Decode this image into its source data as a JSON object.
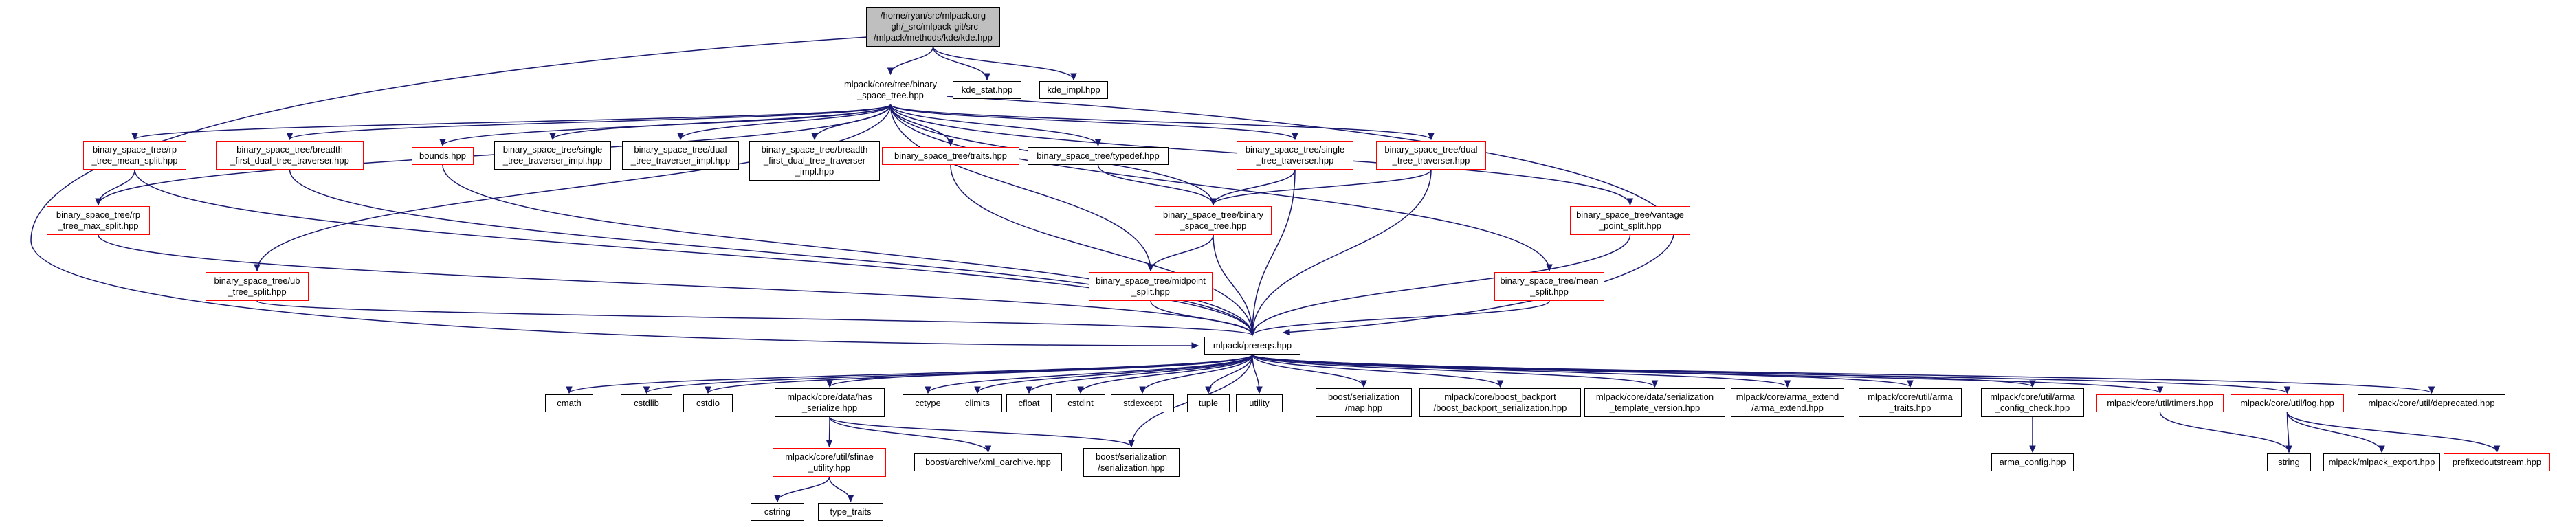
{
  "colors": {
    "edge": "#191970",
    "truncated_border": "#ff0000",
    "focus_fill": "#bfbfbf",
    "node_fill": "#ffffff",
    "node_border": "#000000"
  },
  "graph": {
    "nodes": {
      "kde": {
        "label": "/home/ryan/src/mlpack.org\n-gh/_src/mlpack-git/src\n/mlpack/methods/kde/kde.hpp"
      },
      "core_bst": {
        "label": "mlpack/core/tree/binary\n_space_tree.hpp"
      },
      "kde_stat": {
        "label": "kde_stat.hpp"
      },
      "kde_impl": {
        "label": "kde_impl.hpp"
      },
      "rp_mean": {
        "label": "binary_space_tree/rp\n_tree_mean_split.hpp"
      },
      "bf_dual": {
        "label": "binary_space_tree/breadth\n_first_dual_tree_traverser.hpp"
      },
      "bounds": {
        "label": "bounds.hpp"
      },
      "stt_impl": {
        "label": "binary_space_tree/single\n_tree_traverser_impl.hpp"
      },
      "dtt_impl": {
        "label": "binary_space_tree/dual\n_tree_traverser_impl.hpp"
      },
      "bf_dual_impl": {
        "label": "binary_space_tree/breadth\n_first_dual_tree_traverser\n_impl.hpp"
      },
      "traits": {
        "label": "binary_space_tree/traits.hpp"
      },
      "typedef": {
        "label": "binary_space_tree/typedef.hpp"
      },
      "stt": {
        "label": "binary_space_tree/single\n_tree_traverser.hpp"
      },
      "dtt": {
        "label": "binary_space_tree/dual\n_tree_traverser.hpp"
      },
      "rp_max": {
        "label": "binary_space_tree/rp\n_tree_max_split.hpp"
      },
      "inner_bst": {
        "label": "binary_space_tree/binary\n_space_tree.hpp"
      },
      "vantage": {
        "label": "binary_space_tree/vantage\n_point_split.hpp"
      },
      "ub": {
        "label": "binary_space_tree/ub\n_tree_split.hpp"
      },
      "midpoint": {
        "label": "binary_space_tree/midpoint\n_split.hpp"
      },
      "mean": {
        "label": "binary_space_tree/mean\n_split.hpp"
      },
      "prereqs": {
        "label": "mlpack/prereqs.hpp"
      },
      "cmath": {
        "label": "cmath"
      },
      "cstdlib": {
        "label": "cstdlib"
      },
      "cstdio": {
        "label": "cstdio"
      },
      "has_serialize": {
        "label": "mlpack/core/data/has\n_serialize.hpp"
      },
      "cctype": {
        "label": "cctype"
      },
      "climits": {
        "label": "climits"
      },
      "cfloat": {
        "label": "cfloat"
      },
      "cstdint": {
        "label": "cstdint"
      },
      "stdexcept": {
        "label": "stdexcept"
      },
      "tuple": {
        "label": "tuple"
      },
      "utility": {
        "label": "utility"
      },
      "boost_map": {
        "label": "boost/serialization\n/map.hpp"
      },
      "boost_backport": {
        "label": "mlpack/core/boost_backport\n/boost_backport_serialization.hpp"
      },
      "ser_tmpl": {
        "label": "mlpack/core/data/serialization\n_template_version.hpp"
      },
      "arma_extend": {
        "label": "mlpack/core/arma_extend\n/arma_extend.hpp"
      },
      "arma_traits": {
        "label": "mlpack/core/util/arma\n_traits.hpp"
      },
      "arma_cfg_check": {
        "label": "mlpack/core/util/arma\n_config_check.hpp"
      },
      "timers": {
        "label": "mlpack/core/util/timers.hpp"
      },
      "log": {
        "label": "mlpack/core/util/log.hpp"
      },
      "deprecated": {
        "label": "mlpack/core/util/deprecated.hpp"
      },
      "sfinae": {
        "label": "mlpack/core/util/sfinae\n_utility.hpp"
      },
      "xml_oarchive": {
        "label": "boost/archive/xml_oarchive.hpp"
      },
      "boost_ser": {
        "label": "boost/serialization\n/serialization.hpp"
      },
      "arma_config": {
        "label": "arma_config.hpp"
      },
      "string": {
        "label": "string"
      },
      "mlpack_export": {
        "label": "mlpack/mlpack_export.hpp"
      },
      "prefixedout": {
        "label": "prefixedoutstream.hpp"
      },
      "cstring": {
        "label": "cstring"
      },
      "type_traits": {
        "label": "type_traits"
      }
    },
    "edges": [
      [
        "kde",
        "core_bst"
      ],
      [
        "kde",
        "kde_stat"
      ],
      [
        "kde",
        "kde_impl"
      ],
      [
        "kde",
        "prereqs"
      ],
      [
        "core_bst",
        "rp_mean"
      ],
      [
        "core_bst",
        "bf_dual"
      ],
      [
        "core_bst",
        "bounds"
      ],
      [
        "core_bst",
        "stt_impl"
      ],
      [
        "core_bst",
        "dtt_impl"
      ],
      [
        "core_bst",
        "bf_dual_impl"
      ],
      [
        "core_bst",
        "traits"
      ],
      [
        "core_bst",
        "typedef"
      ],
      [
        "core_bst",
        "stt"
      ],
      [
        "core_bst",
        "dtt"
      ],
      [
        "core_bst",
        "inner_bst"
      ],
      [
        "core_bst",
        "vantage"
      ],
      [
        "core_bst",
        "ub"
      ],
      [
        "core_bst",
        "midpoint"
      ],
      [
        "core_bst",
        "mean"
      ],
      [
        "core_bst",
        "rp_max"
      ],
      [
        "core_bst",
        "prereqs"
      ],
      [
        "rp_mean",
        "rp_max"
      ],
      [
        "rp_mean",
        "prereqs"
      ],
      [
        "rp_max",
        "prereqs"
      ],
      [
        "bf_dual",
        "prereqs"
      ],
      [
        "bounds",
        "prereqs"
      ],
      [
        "traits",
        "prereqs"
      ],
      [
        "typedef",
        "inner_bst"
      ],
      [
        "stt",
        "inner_bst"
      ],
      [
        "stt",
        "prereqs"
      ],
      [
        "dtt",
        "inner_bst"
      ],
      [
        "dtt",
        "prereqs"
      ],
      [
        "inner_bst",
        "midpoint"
      ],
      [
        "inner_bst",
        "prereqs"
      ],
      [
        "vantage",
        "prereqs"
      ],
      [
        "ub",
        "prereqs"
      ],
      [
        "midpoint",
        "prereqs"
      ],
      [
        "mean",
        "prereqs"
      ],
      [
        "prereqs",
        "cmath"
      ],
      [
        "prereqs",
        "cstdlib"
      ],
      [
        "prereqs",
        "cstdio"
      ],
      [
        "prereqs",
        "has_serialize"
      ],
      [
        "prereqs",
        "cctype"
      ],
      [
        "prereqs",
        "climits"
      ],
      [
        "prereqs",
        "cfloat"
      ],
      [
        "prereqs",
        "cstdint"
      ],
      [
        "prereqs",
        "stdexcept"
      ],
      [
        "prereqs",
        "tuple"
      ],
      [
        "prereqs",
        "utility"
      ],
      [
        "prereqs",
        "boost_map"
      ],
      [
        "prereqs",
        "boost_backport"
      ],
      [
        "prereqs",
        "ser_tmpl"
      ],
      [
        "prereqs",
        "arma_extend"
      ],
      [
        "prereqs",
        "arma_traits"
      ],
      [
        "prereqs",
        "arma_cfg_check"
      ],
      [
        "prereqs",
        "timers"
      ],
      [
        "prereqs",
        "log"
      ],
      [
        "prereqs",
        "deprecated"
      ],
      [
        "prereqs",
        "boost_ser"
      ],
      [
        "has_serialize",
        "sfinae"
      ],
      [
        "has_serialize",
        "xml_oarchive"
      ],
      [
        "has_serialize",
        "boost_ser"
      ],
      [
        "sfinae",
        "cstring"
      ],
      [
        "sfinae",
        "type_traits"
      ],
      [
        "arma_cfg_check",
        "arma_config"
      ],
      [
        "timers",
        "string"
      ],
      [
        "log",
        "string"
      ],
      [
        "log",
        "mlpack_export"
      ],
      [
        "log",
        "prefixedout"
      ]
    ]
  }
}
